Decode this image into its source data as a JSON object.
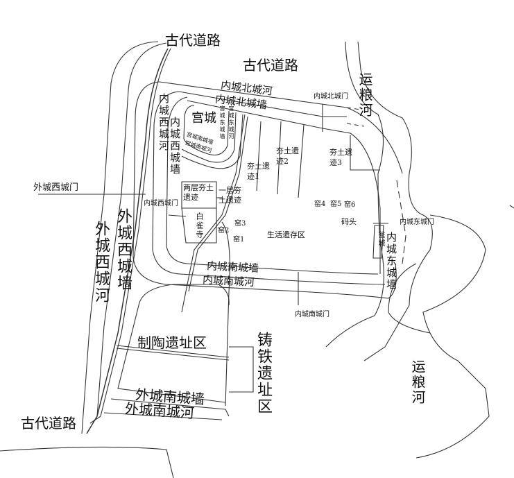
{
  "labels": {
    "ancient_road_top": "古代道路",
    "ancient_road_mid": "古代道路",
    "ancient_road_bottom": "古代道路",
    "grain_canal_top": "运粮河",
    "grain_canal_bottom": "运粮河",
    "inner_north_moat": "内城北城河",
    "inner_north_wall": "内城北城墙",
    "inner_west_moat": "内城西城河",
    "inner_west_wall": "内城西城墙",
    "palace_city": "宫城",
    "palace_east_wall": "宫城东城墙",
    "palace_east_moat": "宫城东城河",
    "palace_south_wall": "宫城南城墙",
    "palace_south_moat": "宫城南城河",
    "outer_west_gate": "外城西城门",
    "outer_west_wall": "外城西城墙",
    "outer_west_moat": "外城西城河",
    "inner_west_gate": "内城西城门",
    "two_layer_rammed": "两层夯土遗迹",
    "one_layer_rammed": "一层夯土遗迹",
    "baique_temple": "白雀寺",
    "kiln1": "窑1",
    "kiln2": "窑2",
    "kiln3": "窑3",
    "kiln4": "窑4",
    "kiln5": "窑5",
    "kiln6": "窑6",
    "living_area": "生活遗存区",
    "rammed1": "夯土遗迹1",
    "rammed2": "夯土遗迹2",
    "rammed3": "夯土遗迹3",
    "inner_north_gate": "内城北城门",
    "wharf": "码头",
    "inner_east_gate": "内城东城门",
    "barbican": "瓮城",
    "inner_east_wall": "内城东城墙",
    "inner_south_wall": "内城南城墙",
    "inner_south_moat": "内城南城河",
    "inner_south_gate": "内城南城门",
    "iron_casting_area": "铸铁遗址区",
    "pottery_area": "制陶遗址区",
    "outer_south_wall": "外城南城墙",
    "outer_south_moat": "外城南城河"
  }
}
